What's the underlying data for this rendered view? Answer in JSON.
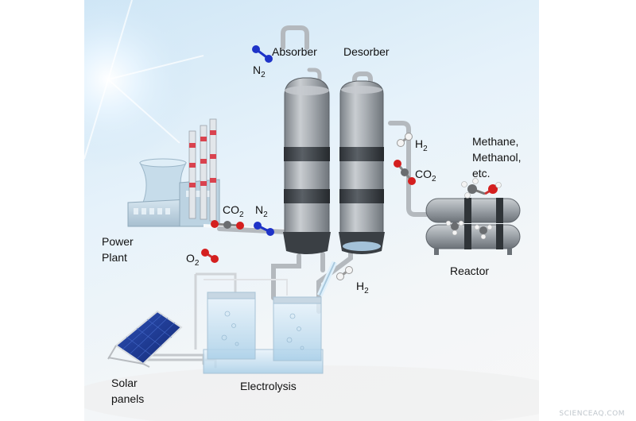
{
  "labels": {
    "absorber": "Absorber",
    "desorber": "Desorber",
    "power_plant_line1": "Power",
    "power_plant_line2": "Plant",
    "reactor": "Reactor",
    "products_line1": "Methane,",
    "products_line2": "Methanol,",
    "products_line3": "etc.",
    "solar_line1": "Solar",
    "solar_line2": "panels",
    "electrolysis": "Electrolysis"
  },
  "molecules": {
    "n2_top": {
      "base": "N",
      "sub": "2"
    },
    "co2_plant": {
      "base": "CO",
      "sub": "2"
    },
    "n2_plant": {
      "base": "N",
      "sub": "2"
    },
    "h2_desorber": {
      "base": "H",
      "sub": "2"
    },
    "co2_desorber": {
      "base": "CO",
      "sub": "2"
    },
    "o2": {
      "base": "O",
      "sub": "2"
    },
    "h2_electrolysis": {
      "base": "H",
      "sub": "2"
    }
  },
  "watermark": "SCIENCEAQ.COM",
  "colors": {
    "nitrogen": "#1e33c8",
    "oxygen": "#d41f1f",
    "carbon": "#6a6d70",
    "hydrogen": "#f4f4f4",
    "tank": "#9ea3a8",
    "tank_band": "#3e4348",
    "pipe": "#b4b9be",
    "chimney_stripe": "#d9434f",
    "solar_panel": "#1d3a93"
  }
}
